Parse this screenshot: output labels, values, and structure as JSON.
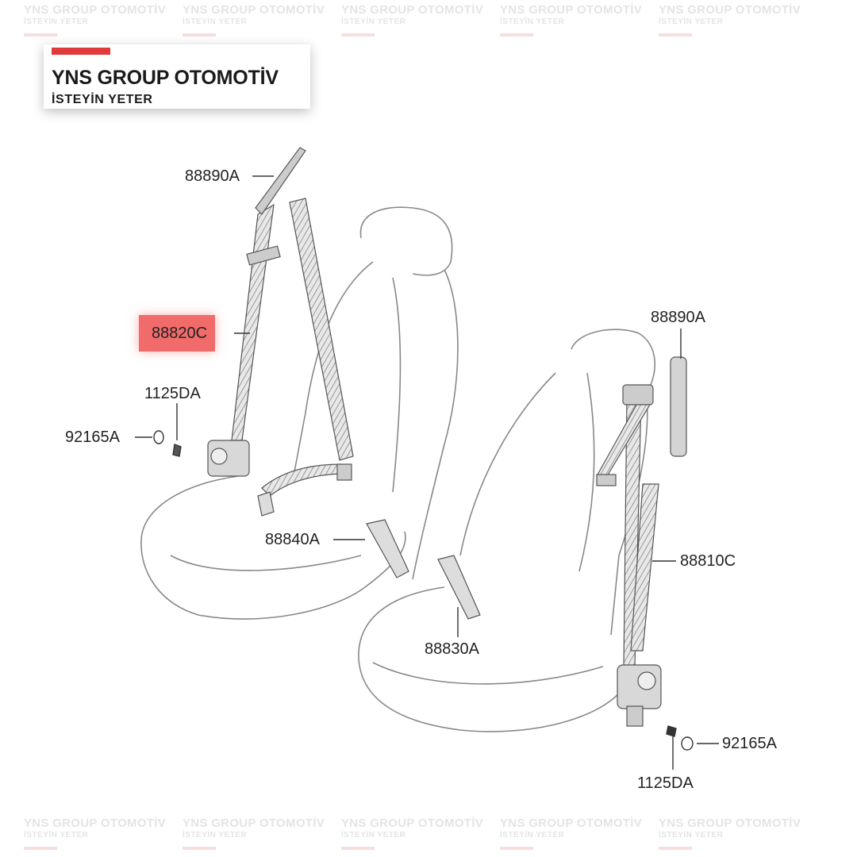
{
  "brand": {
    "title": "YNS GROUP OTOMOTİV",
    "subtitle": "İSTEYİN YETER",
    "accent": "#e03a3a"
  },
  "watermark": {
    "title": "YNS GROUP OTOMOTİV",
    "subtitle": "İSTEYİN YETER"
  },
  "parts": {
    "left_anchor_top": "88890A",
    "left_belt_highlighted": "88820C",
    "left_bolt": "1125DA",
    "left_washer": "92165A",
    "buckle_left": "88840A",
    "buckle_right": "88830A",
    "right_belt": "88810C",
    "right_anchor_top": "88890A",
    "right_washer": "92165A",
    "right_bolt": "1125DA"
  },
  "highlight_color": "#f26b6b"
}
